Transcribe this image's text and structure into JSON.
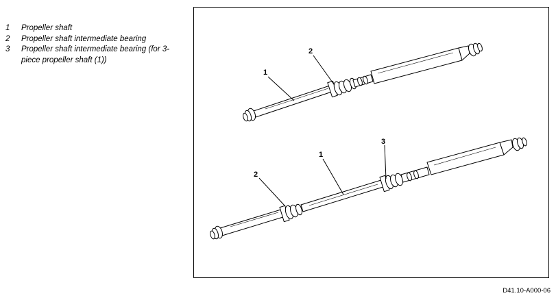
{
  "legend": {
    "items": [
      {
        "num": "1",
        "text": "Propeller shaft"
      },
      {
        "num": "2",
        "text": "Propeller shaft intermediate bearing"
      },
      {
        "num": "3",
        "text": "Propeller shaft intermediate bearing (for 3-piece propeller shaft (1))"
      }
    ]
  },
  "figure": {
    "callouts": {
      "upper_shaft": "1",
      "upper_bearing": "2",
      "lower_shaft": "1",
      "lower_bearing_front": "2",
      "lower_bearing_rear": "3"
    }
  },
  "doc_id": "D41.10-A000-06"
}
